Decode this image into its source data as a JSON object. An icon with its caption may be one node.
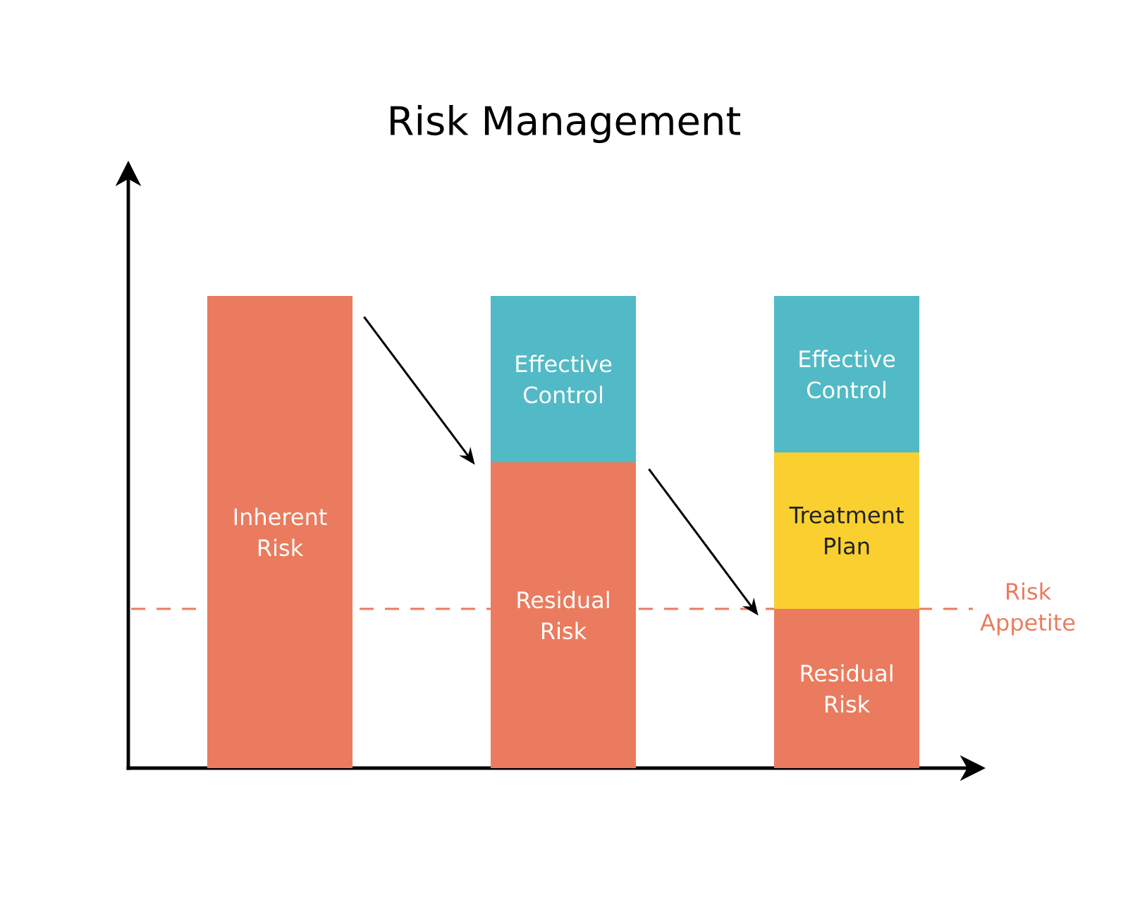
{
  "diagram": {
    "title": "Risk Management",
    "nodes": [
      {
        "text": [
          "Inherent Risk"
        ]
      },
      {
        "text": [
          "Effective Control"
        ]
      },
      {
        "text": [
          "Residual Risk"
        ]
      },
      {
        "text": [
          "Effective Control"
        ]
      },
      {
        "text": [
          "Treatment Plan"
        ]
      },
      {
        "text": [
          "Residual Risk"
        ]
      }
    ],
    "edges": [
      {
        "from": 0,
        "to": 2,
        "arrow": "to"
      },
      {
        "from": 2,
        "to": 5,
        "arrow": "to"
      }
    ],
    "labels": [
      "Risk Appetite"
    ]
  }
}
